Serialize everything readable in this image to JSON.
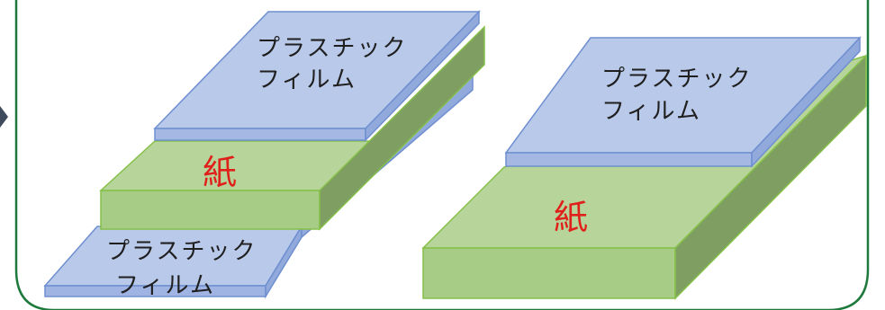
{
  "colors": {
    "frame": "#1e7a3c",
    "film_face": "#b9c9ea",
    "film_side": "#92a9dc",
    "film_edge": "#6f8fd0",
    "paper_face": "#b7d59a",
    "paper_side": "#7e9e62",
    "paper_edge": "#86c04a",
    "arrow": "#3f4a5c",
    "label_paper": "#e0201a",
    "label_film": "#1f1f1f"
  },
  "left_stack": {
    "top_film": {
      "line1": "プラスチック",
      "line2": "フィルム"
    },
    "paper": {
      "label": "紙"
    },
    "bottom_film": {
      "line1": "プラスチック",
      "line2": "フィルム"
    }
  },
  "right_stack": {
    "film": {
      "line1": "プラスチック",
      "line2": "フィルム"
    },
    "paper": {
      "label": "紙"
    }
  }
}
